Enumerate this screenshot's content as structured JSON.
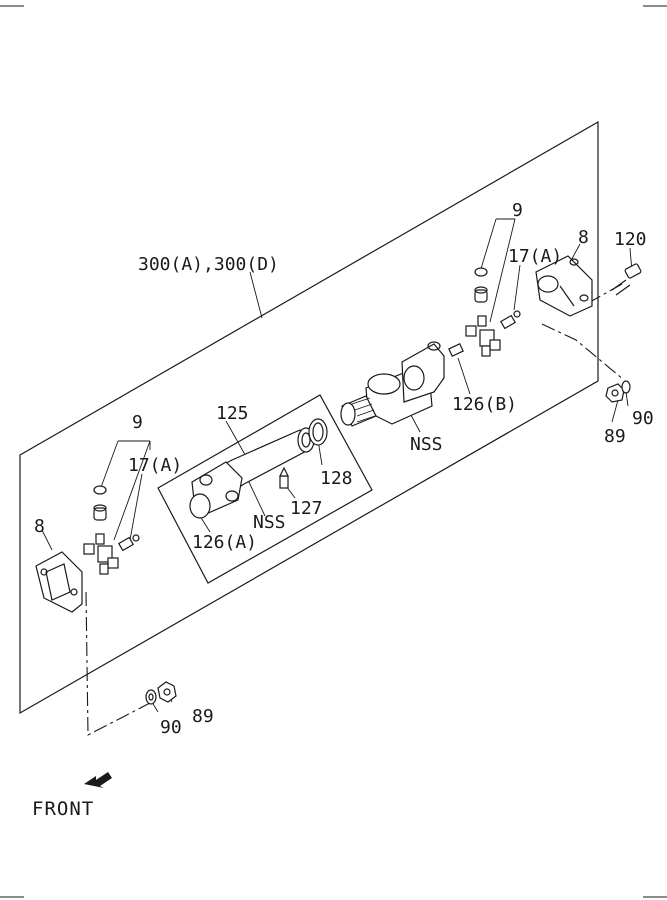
{
  "labels": {
    "assembly": "300(A),300(D)",
    "bolt": "120",
    "flange_right": "8",
    "flange_left": "8",
    "cross_right": "9",
    "cross_left": "9",
    "fitting_right": "17(A)",
    "fitting_left": "17(A)",
    "tube_assy": "125",
    "snap_ring": "128",
    "grease_nipple": "127",
    "nss_left": "NSS",
    "nss_right": "NSS",
    "bearing_cap_left": "126(A)",
    "bearing_cap_right": "126(B)",
    "washer_right": "90",
    "nut_right": "89",
    "washer_left": "90",
    "nut_left": "89",
    "front": "FRONT"
  }
}
